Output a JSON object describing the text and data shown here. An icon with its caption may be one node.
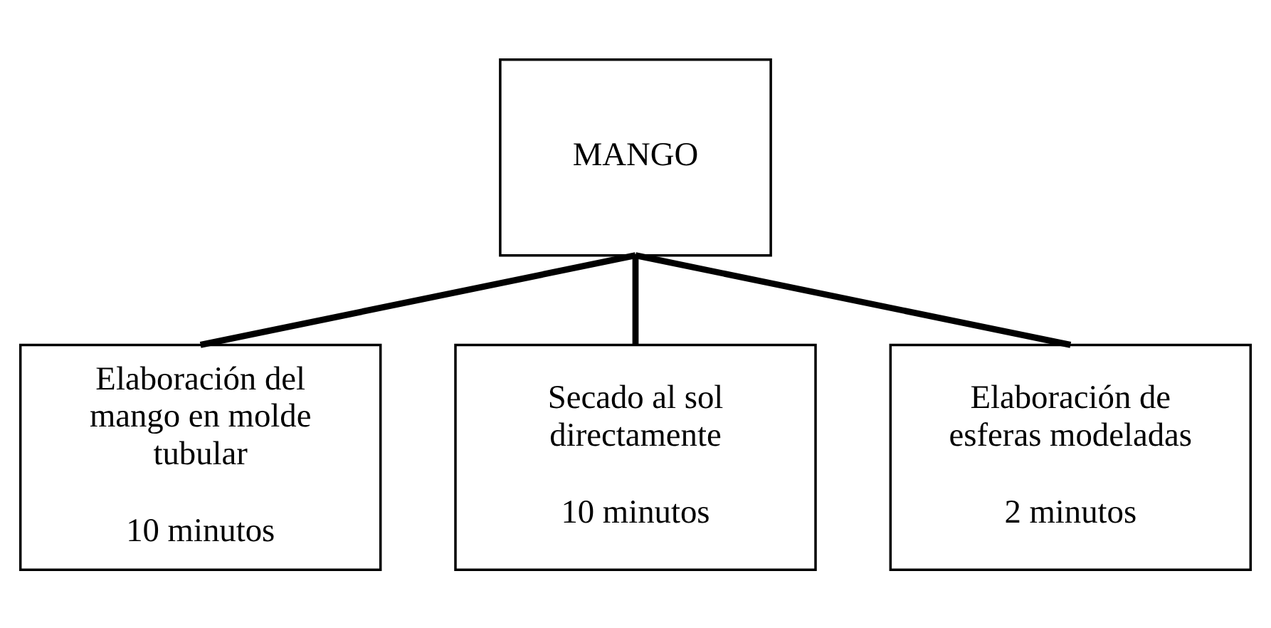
{
  "diagram": {
    "nodes": [
      {
        "text": [
          "MANGO"
        ]
      },
      {
        "text": [
          "Elaboración del mango en molde tubular",
          "10 minutos"
        ]
      },
      {
        "text": [
          "Secado al sol directamente",
          "10 minutos"
        ]
      },
      {
        "text": [
          "Elaboración de esferas modeladas",
          "2 minutos"
        ]
      }
    ],
    "edges": [
      {
        "from": 0,
        "to": 1,
        "arrow": "none"
      },
      {
        "from": 0,
        "to": 2,
        "arrow": "none"
      },
      {
        "from": 0,
        "to": 3,
        "arrow": "none"
      }
    ]
  }
}
